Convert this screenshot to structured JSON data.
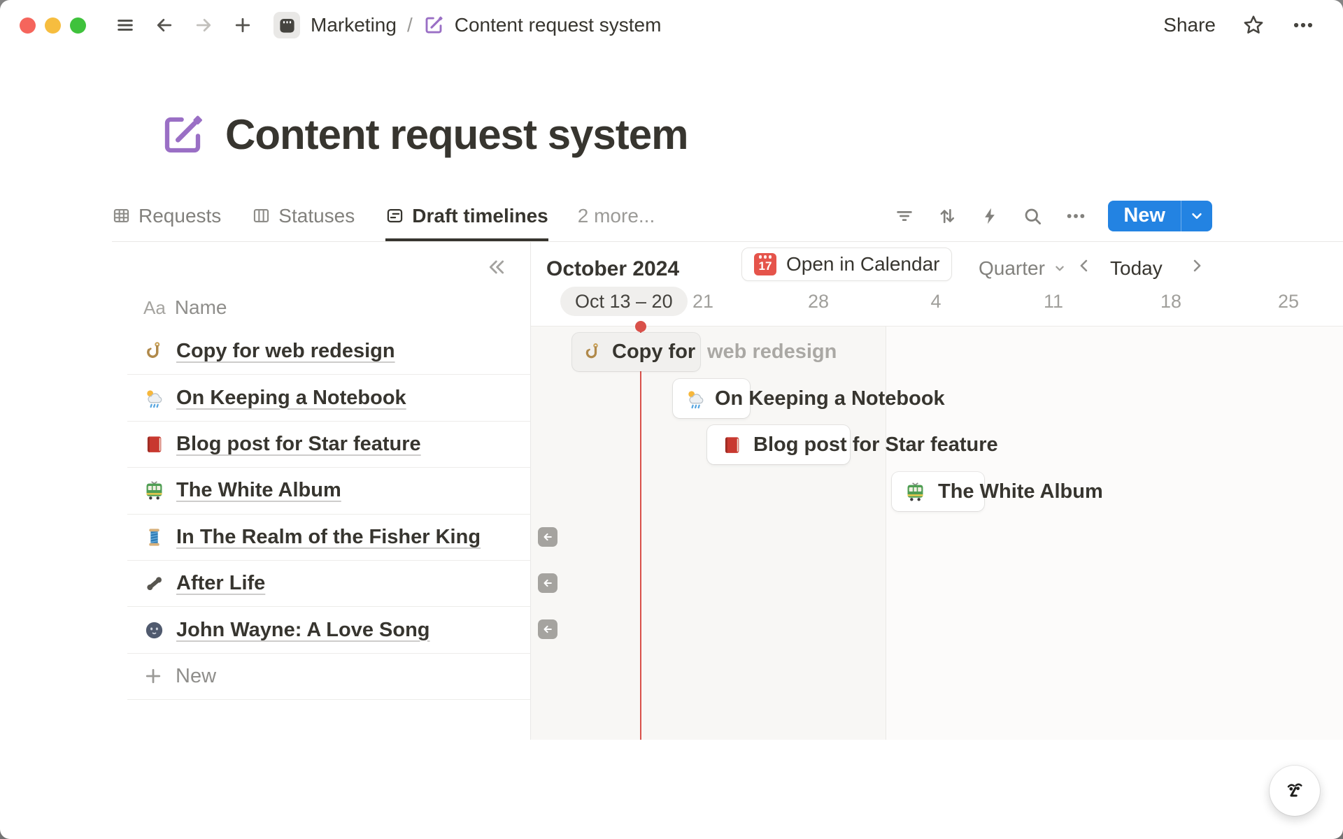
{
  "titlebar": {
    "workspace_label": "Marketing",
    "separator": "/",
    "page_label": "Content request system",
    "share_label": "Share"
  },
  "page": {
    "title": "Content request system",
    "icon": "compose-pencil-purple"
  },
  "tabs": {
    "items": [
      {
        "label": "Requests",
        "icon": "table-grid",
        "active": false
      },
      {
        "label": "Statuses",
        "icon": "board-columns",
        "active": false
      },
      {
        "label": "Draft timelines",
        "icon": "timeline-page",
        "active": true
      }
    ],
    "more_label": "2 more..."
  },
  "toolbar": {
    "icons": [
      "filter",
      "sort",
      "bolt",
      "search",
      "more"
    ],
    "new_label": "New"
  },
  "table": {
    "header": {
      "type_label": "Aa",
      "name_label": "Name"
    },
    "rows": [
      {
        "icon": "hook",
        "title": "Copy for web redesign"
      },
      {
        "icon": "sun-behind-rain-cloud",
        "title": "On Keeping a Notebook"
      },
      {
        "icon": "red-book",
        "title": "Blog post for Star feature"
      },
      {
        "icon": "tram",
        "title": "The White Album"
      },
      {
        "icon": "thread",
        "title": "In The Realm of the Fisher King"
      },
      {
        "icon": "telephone",
        "title": "After Life"
      },
      {
        "icon": "new-moon-face",
        "title": "John Wayne: A Love Song"
      }
    ],
    "new_label": "New"
  },
  "timeline": {
    "month_label": "October 2024",
    "open_in_calendar_label": "Open in Calendar",
    "calendar_day": "17",
    "zoom_label": "Quarter",
    "today_label": "Today",
    "range_pill": "Oct 13 – 20",
    "week_ticks": [
      "21",
      "28",
      "4",
      "11",
      "18",
      "25"
    ],
    "bars": [
      {
        "icon": "hook",
        "title": "Copy for web redesign",
        "visible_in_bar": "Copy for",
        "overflow_label": "web redesign"
      },
      {
        "icon": "sun-behind-rain-cloud",
        "title": "On Keeping a Notebook"
      },
      {
        "icon": "red-book",
        "title": "Blog post for Star feature"
      },
      {
        "icon": "tram",
        "title": "The White Album"
      }
    ],
    "offscreen_left_arrows": 3
  },
  "colors": {
    "accent_blue": "#2383e2",
    "today_red": "#d9514a",
    "page_icon_purple": "#9a6fc5",
    "text_dark": "#37352f",
    "text_gray": "#82817d"
  }
}
